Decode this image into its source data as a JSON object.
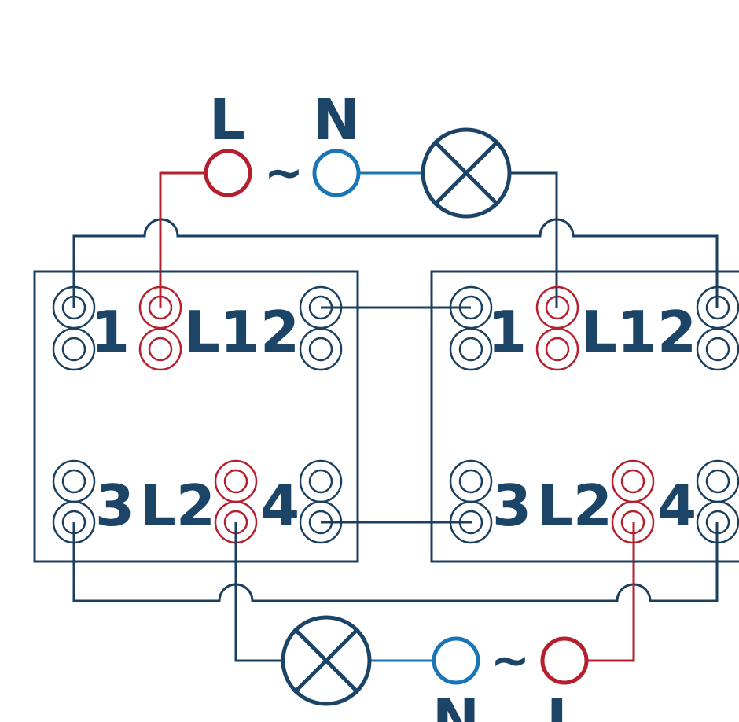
{
  "colors": {
    "dark": "#1b3f5e",
    "live": "#b5202e",
    "neutral": "#1a75b5",
    "text": "#1b4467"
  },
  "supply_top": {
    "live_label": "L",
    "neutral_label": "N",
    "tilde": "~"
  },
  "supply_bottom": {
    "live_label": "L",
    "neutral_label": "N",
    "tilde": "~"
  },
  "switch_left": {
    "t1": "1",
    "tL1": "L1",
    "t2": "2",
    "t3": "3",
    "tL2": "L2",
    "t4": "4"
  },
  "switch_right": {
    "t1": "1",
    "tL1": "L1",
    "t2": "2",
    "t3": "3",
    "tL2": "L2",
    "t4": "4"
  },
  "lamps": [
    "lamp-icon",
    "lamp-icon"
  ]
}
